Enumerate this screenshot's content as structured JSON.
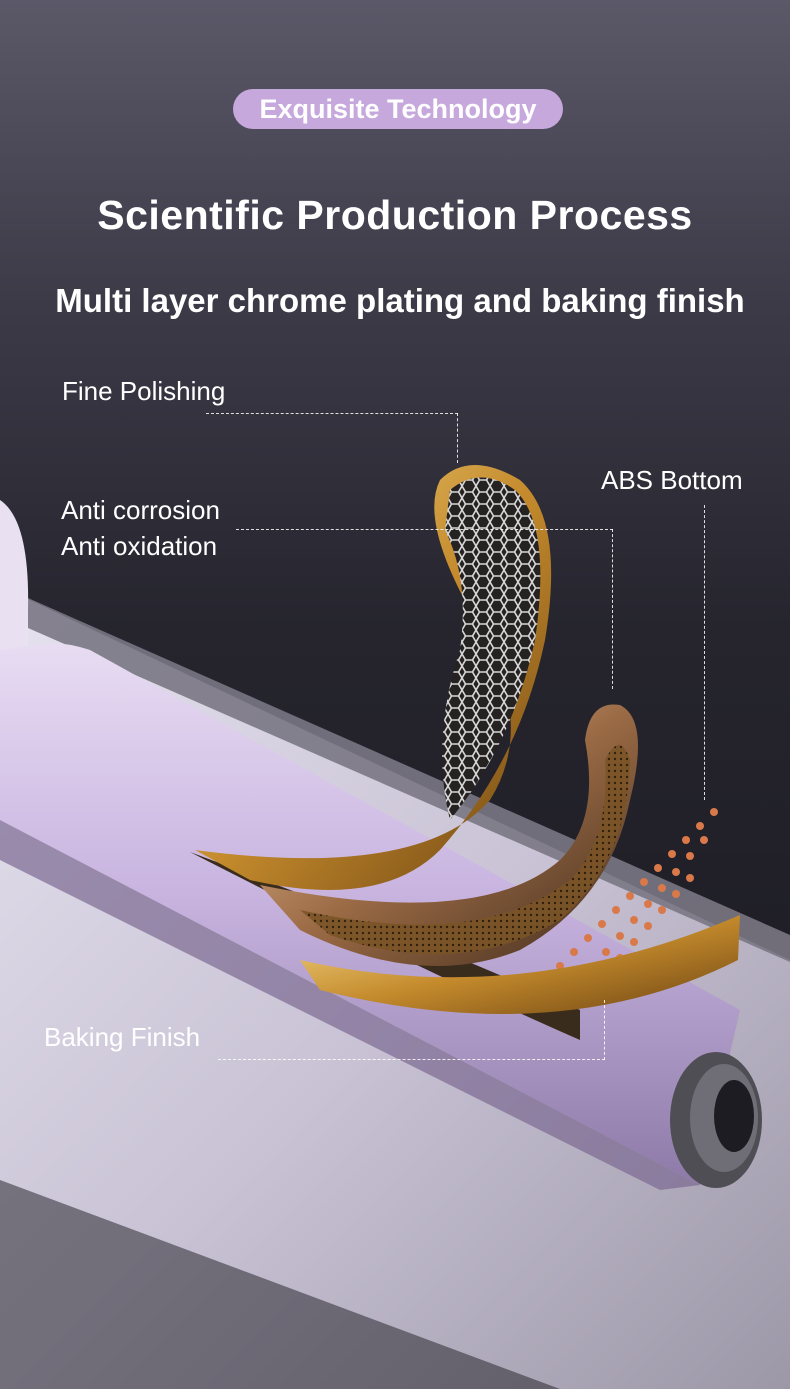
{
  "header": {
    "badge": "Exquisite Technology",
    "title": "Scientific Production Process",
    "subtitle": "Multi layer chrome plating and baking finish"
  },
  "callouts": {
    "fine_polishing": "Fine Polishing",
    "anti_corrosion": "Anti corrosion",
    "anti_oxidation": "Anti oxidation",
    "abs_bottom": "ABS Bottom",
    "baking_finish": "Baking Finish"
  },
  "colors": {
    "badge": "#c6a8dc",
    "product_lavender": "#c9b5e0",
    "gold": "#d9a441",
    "copper": "#d9794a"
  }
}
